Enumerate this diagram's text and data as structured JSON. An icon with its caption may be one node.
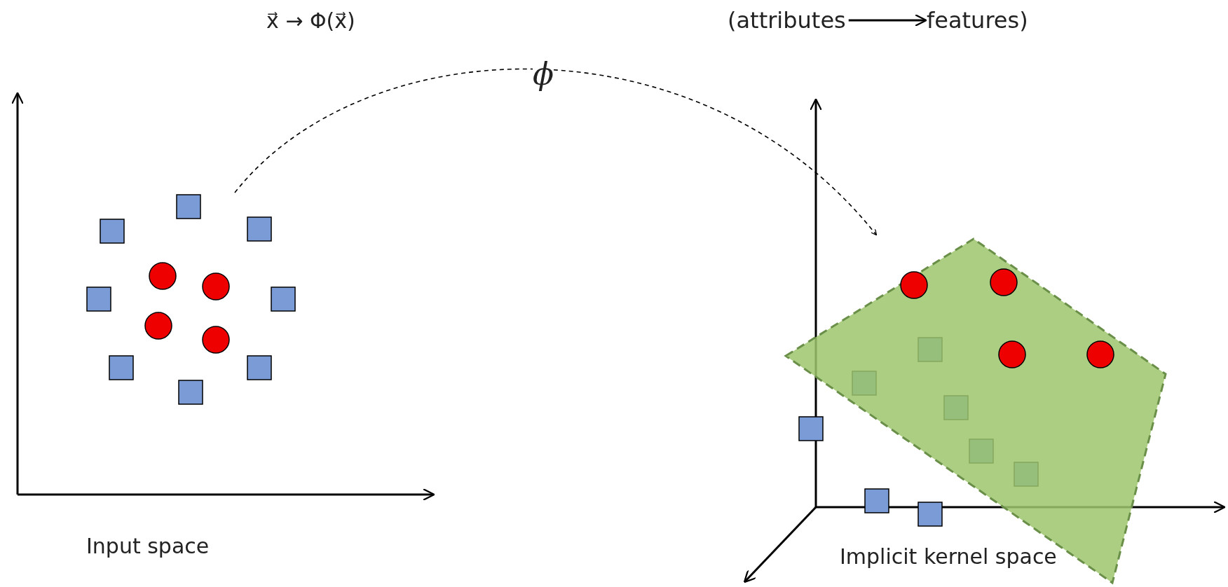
{
  "diagram": {
    "nodes": [
      {
        "text": [],
        "shape": "picture"
      },
      {
        "text": [],
        "shape": "picture"
      },
      {
        "text": [
          "(attributes"
        ]
      },
      {
        "text": [
          "features)"
        ]
      }
    ],
    "edges": [
      {
        "from": 0,
        "to": 1,
        "arrow": "to",
        "label": "ϕ",
        "style": "dashed"
      },
      {
        "from": 2,
        "to": 3,
        "arrow": "to"
      }
    ],
    "labels": [
      "x⃗ → Φ(x⃗)",
      "Input space",
      "Implicit kernel space"
    ]
  }
}
